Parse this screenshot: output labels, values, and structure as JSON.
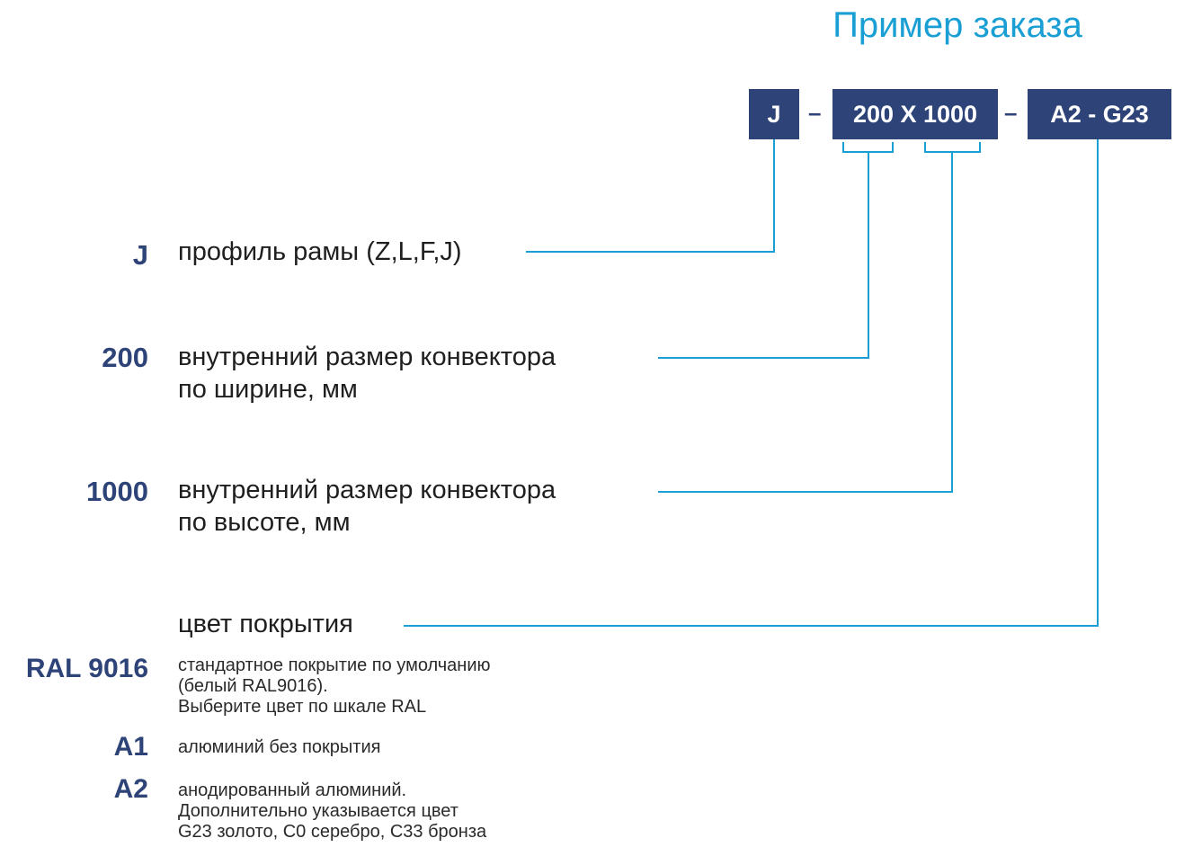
{
  "title": "Пример заказа",
  "order_code": {
    "profile": "J",
    "sep1": "–",
    "size": "200 X 1000",
    "sep2": "–",
    "color": "A2 - G23"
  },
  "colors": {
    "navy": "#2e4377",
    "accent": "#1a9fd4",
    "text": "#1f1f1f"
  },
  "legend": {
    "profile": {
      "code": "J",
      "description": "профиль рамы (Z,L,F,J)"
    },
    "width": {
      "code": "200",
      "line1": "внутренний размер конвектора",
      "line2": "по ширине, мм"
    },
    "height": {
      "code": "1000",
      "line1": "внутренний размер конвектора",
      "line2": "по высоте, мм"
    },
    "coating": {
      "heading": "цвет покрытия",
      "options": [
        {
          "code": "RAL 9016",
          "lines": [
            "стандартное покрытие по умолчанию",
            "(белый RAL9016).",
            "Выберите цвет по шкале RAL"
          ]
        },
        {
          "code": "A1",
          "lines": [
            "алюминий без покрытия"
          ]
        },
        {
          "code": "A2",
          "lines": [
            "анодированный алюминий.",
            "Дополнительно указывается цвет",
            "G23 золото, С0 серебро, С33 бронза"
          ]
        }
      ]
    }
  }
}
